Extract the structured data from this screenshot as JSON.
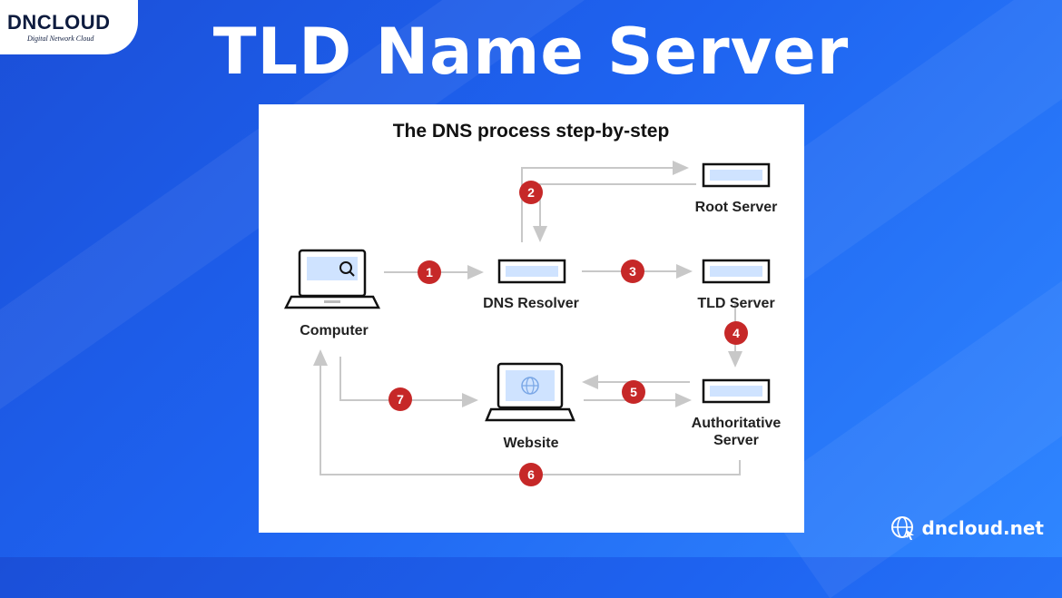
{
  "brand": {
    "logo_text": "DNCLOUD",
    "logo_tagline": "Digital Network Cloud",
    "site": "dncloud.net",
    "colors": {
      "background": "#1e63f0",
      "step_badge": "#c62828",
      "arrow": "#c8c8c8"
    }
  },
  "page_title": "TLD Name Server",
  "diagram": {
    "heading": "The DNS process step-by-step",
    "nodes": {
      "computer": "Computer",
      "resolver": "DNS Resolver",
      "root": "Root Server",
      "tld": "TLD Server",
      "auth_line1": "Authoritative",
      "auth_line2": "Server",
      "website": "Website"
    },
    "steps": [
      "1",
      "2",
      "3",
      "4",
      "5",
      "6",
      "7"
    ]
  }
}
